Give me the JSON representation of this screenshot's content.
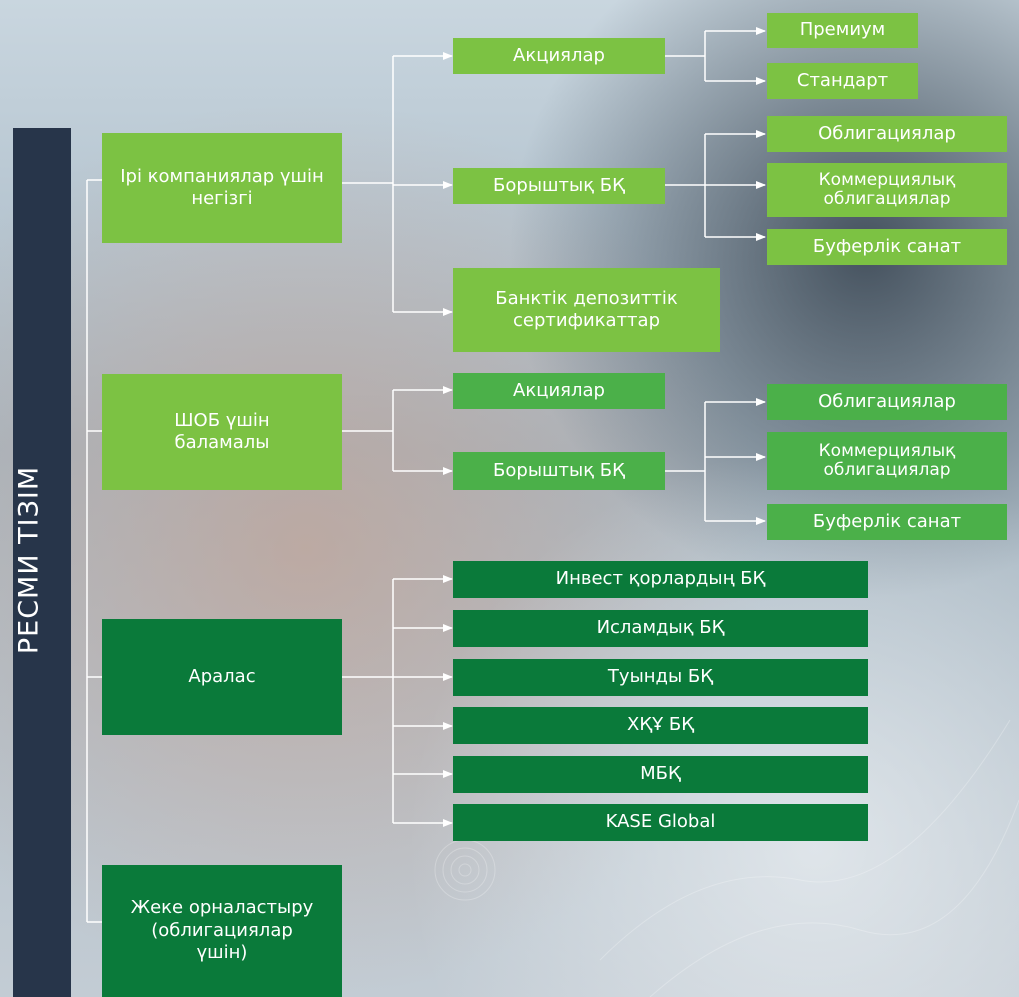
{
  "sidebar": {
    "title": "РЕСМИ ТІЗІМ"
  },
  "level1": {
    "large": "Ірі компаниялар үшін негізгі",
    "sme": "ШОБ үшін баламалы",
    "mixed": "Аралас",
    "private": "Жеке орналастыру (облигациялар үшін)"
  },
  "large_branch": {
    "shares": "Акциялар",
    "debt": "Борыштық БҚ",
    "deposits": "Банктік депозиттік сертификаттар"
  },
  "shares_children": {
    "premium": "Премиум",
    "standard": "Стандарт"
  },
  "large_debt_children": {
    "bonds": "Облигациялар",
    "commercial": "Коммерциялық облигациялар",
    "buffer": "Буферлік санат"
  },
  "sme_branch": {
    "shares": "Акциялар",
    "debt": "Борыштық БҚ"
  },
  "sme_debt_children": {
    "bonds": "Облигациялар",
    "commercial": "Коммерциялық облигациялар",
    "buffer": "Буферлік санат"
  },
  "mixed_children": [
    "Инвест қорлардың БҚ",
    "Исламдық БҚ",
    "Туынды БҚ",
    "ХҚҰ БҚ",
    "МБҚ",
    "KASE Global"
  ],
  "colors": {
    "light_green": "#7cc243",
    "medium_green": "#4bb049",
    "dark_green": "#0a7a3a",
    "sidebar_navy": "#27354a",
    "connector": "#ffffff"
  }
}
